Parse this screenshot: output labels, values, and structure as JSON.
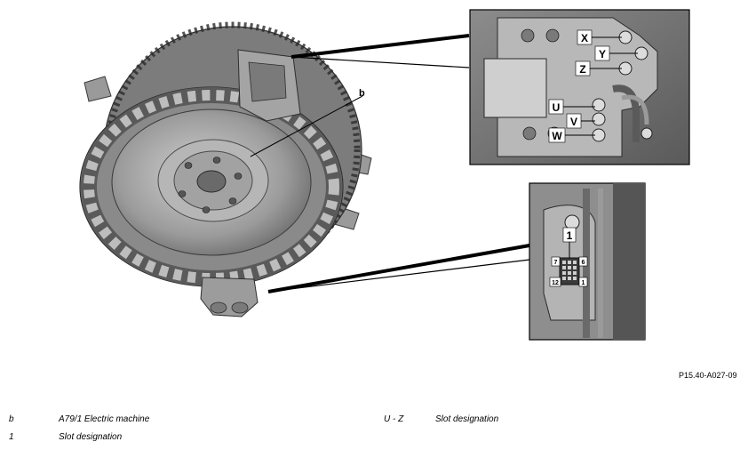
{
  "figure": {
    "reference_code": "P15.40-A027-09",
    "main_callout": "b",
    "detail_top_callouts": [
      "X",
      "Y",
      "Z",
      "U",
      "V",
      "W"
    ],
    "detail_bottom_callouts": {
      "main": "1",
      "pin_7": "7",
      "pin_6": "6",
      "pin_12": "12",
      "pin_1": "1"
    }
  },
  "legend": [
    {
      "key": "b",
      "value": "A79/1 Electric machine"
    },
    {
      "key": "1",
      "value": "Slot designation"
    },
    {
      "key": "U - Z",
      "value": "Slot designation"
    }
  ],
  "colors": {
    "metal_dark": "#4a4a4a",
    "metal_mid": "#8a8a8a",
    "metal_light": "#c4c4c4",
    "label_bg": "#ffffff"
  }
}
